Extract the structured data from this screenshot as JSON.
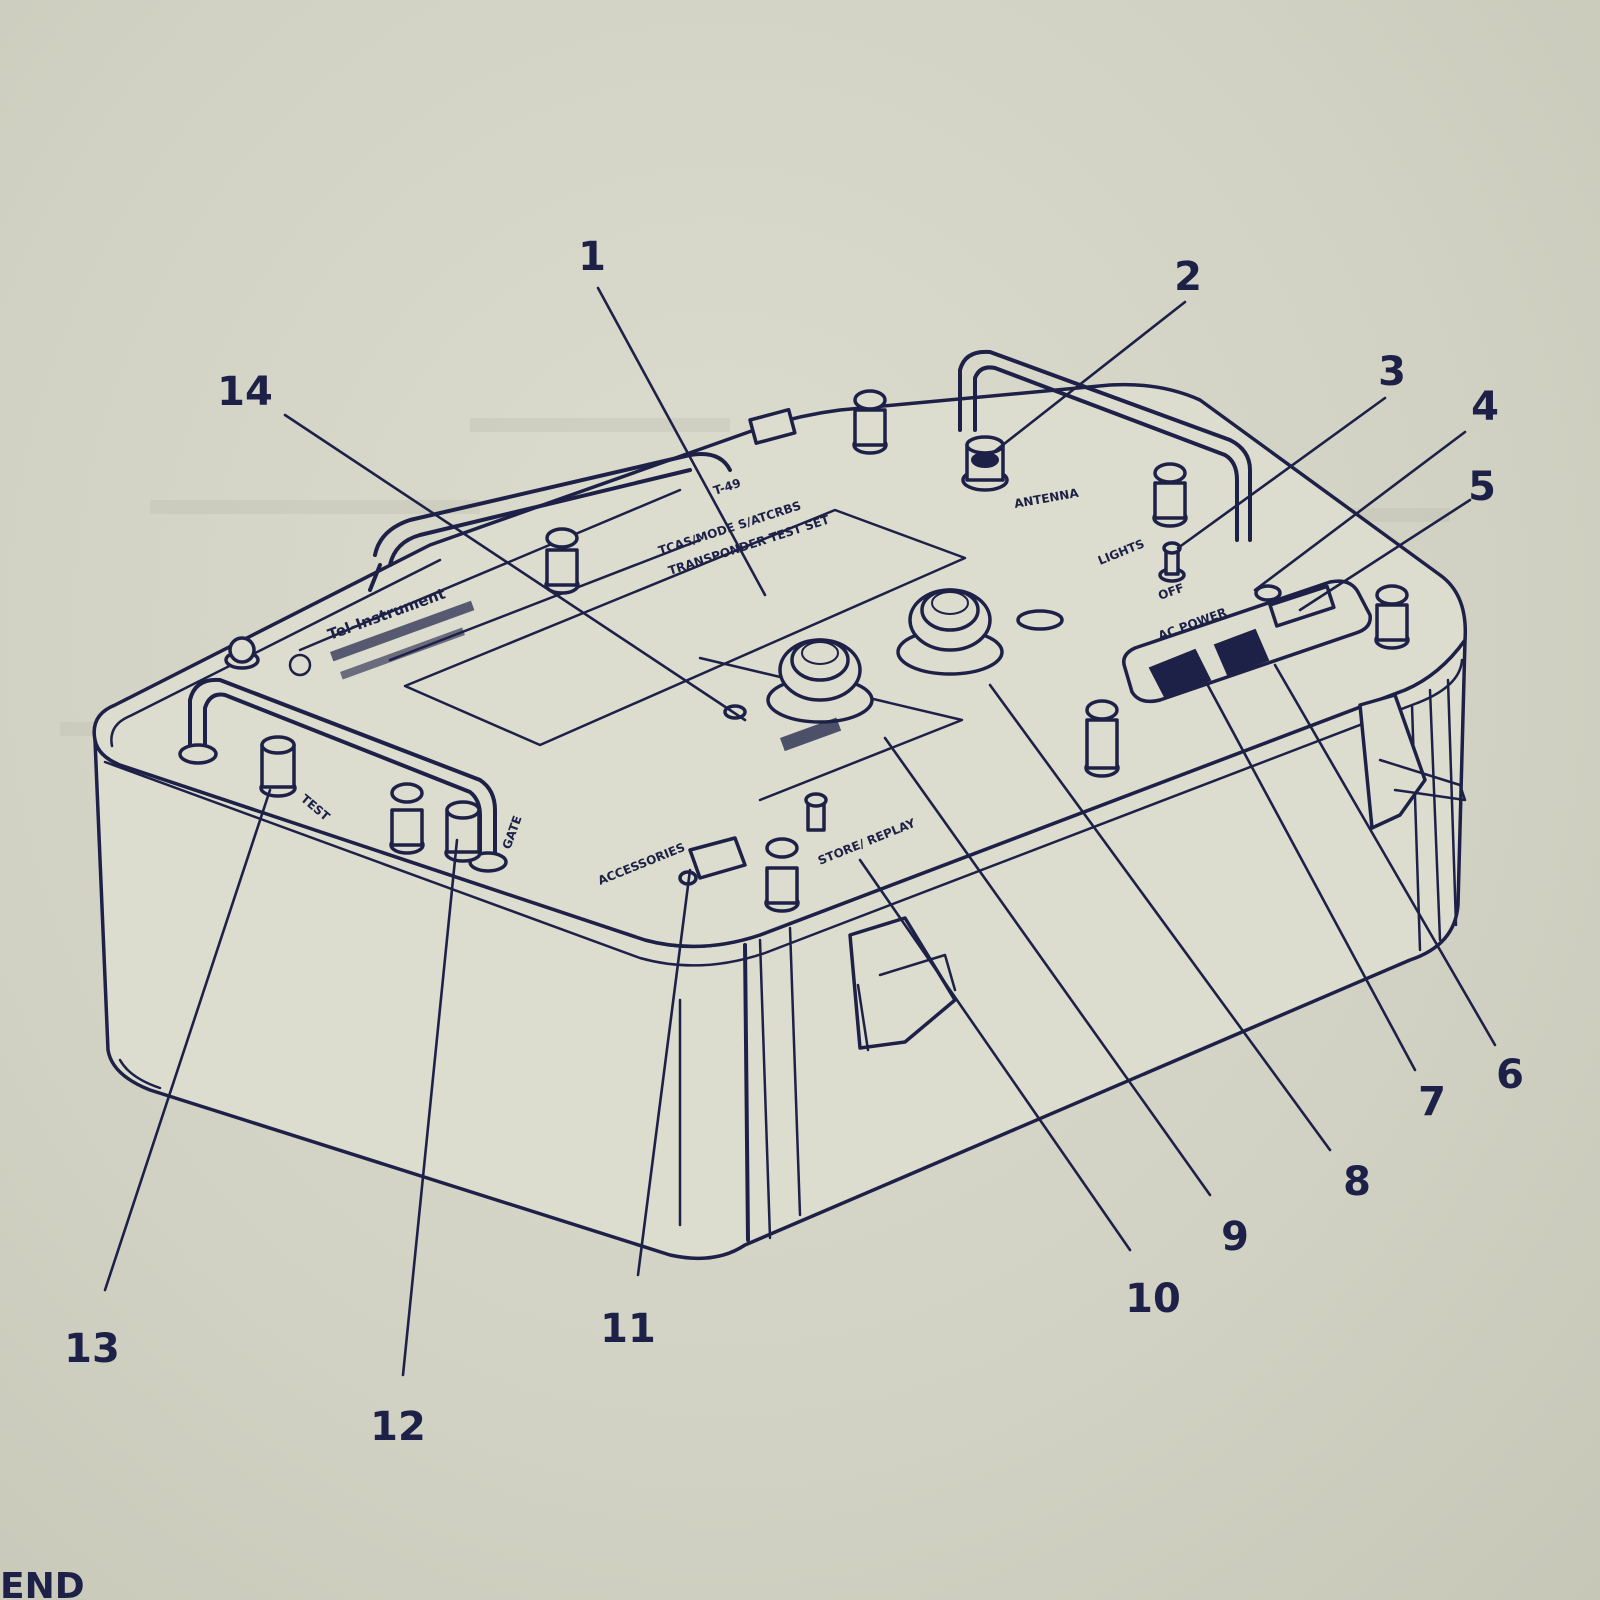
{
  "callouts": [
    {
      "id": "1",
      "label": "1"
    },
    {
      "id": "2",
      "label": "2"
    },
    {
      "id": "3",
      "label": "3"
    },
    {
      "id": "4",
      "label": "4"
    },
    {
      "id": "5",
      "label": "5"
    },
    {
      "id": "6",
      "label": "6"
    },
    {
      "id": "7",
      "label": "7"
    },
    {
      "id": "8",
      "label": "8"
    },
    {
      "id": "9",
      "label": "9"
    },
    {
      "id": "10",
      "label": "10"
    },
    {
      "id": "11",
      "label": "11"
    },
    {
      "id": "12",
      "label": "12"
    },
    {
      "id": "13",
      "label": "13"
    },
    {
      "id": "14",
      "label": "14"
    }
  ],
  "panel_labels": {
    "antenna": "ANTENNA",
    "lights": "LIGHTS",
    "off": "OFF",
    "ac_power": "AC POWER",
    "test": "TEST",
    "gate": "GATE",
    "accessories": "ACCESSORIES",
    "store_replay": "STORE/ REPLAY",
    "maker": "Tel-Instrument",
    "model": "T-49",
    "plate_title": "TCAS/MODE S/ATCRBS",
    "plate_subtitle": "TRANSPONDER TEST SET"
  },
  "footer_text": "END"
}
